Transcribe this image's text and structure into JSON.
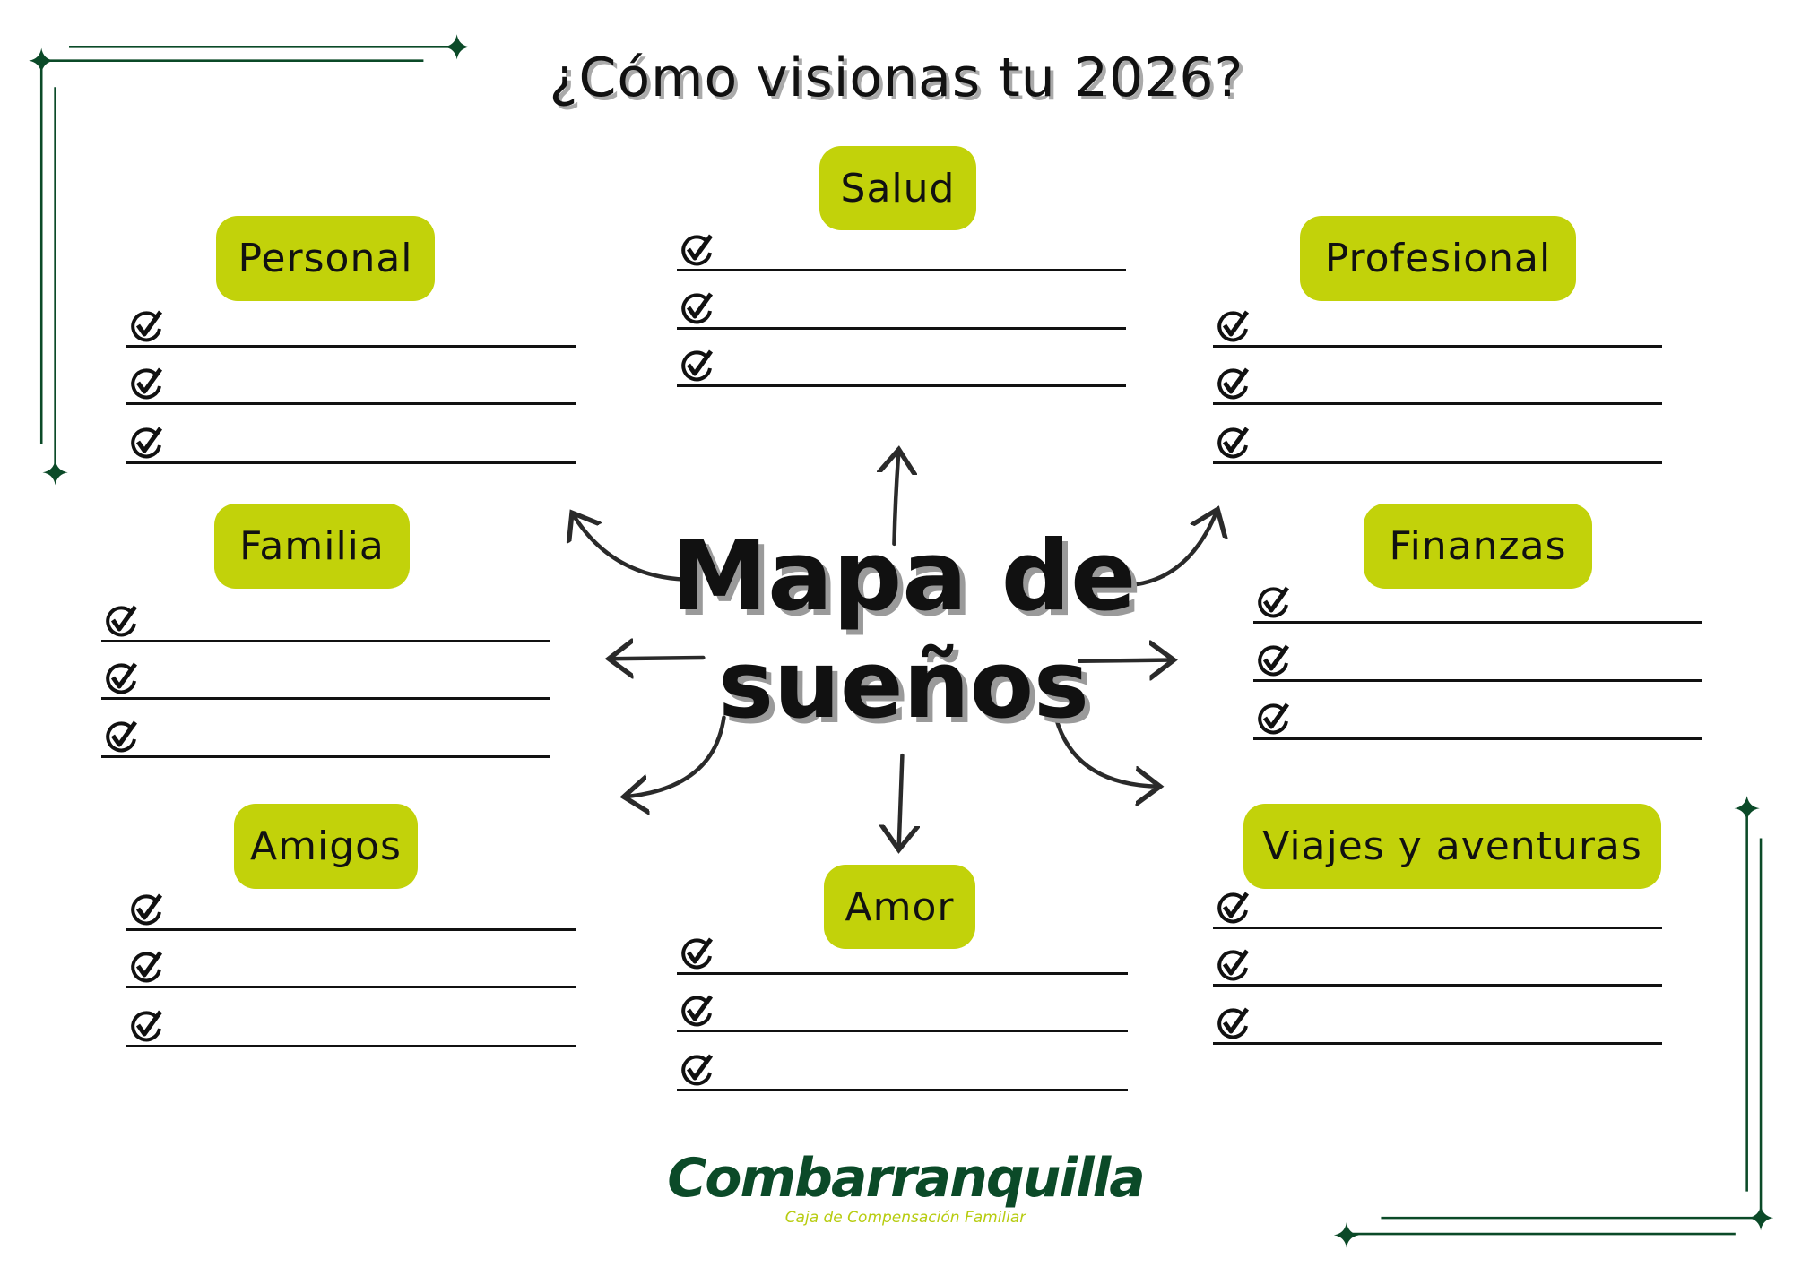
{
  "title": "¿Cómo visionas tu 2026?",
  "center": {
    "line1": "Mapa de",
    "line2": "sueños"
  },
  "colors": {
    "accent": "#c2d20a",
    "brand": "#0b4a28",
    "text": "#111111"
  },
  "sections": [
    {
      "label": "Personal",
      "items": 3
    },
    {
      "label": "Salud",
      "items": 3
    },
    {
      "label": "Profesional",
      "items": 3
    },
    {
      "label": "Familia",
      "items": 3
    },
    {
      "label": "Finanzas",
      "items": 3
    },
    {
      "label": "Amigos",
      "items": 3
    },
    {
      "label": "Amor",
      "items": 3
    },
    {
      "label": "Viajes y aventuras",
      "items": 3
    }
  ],
  "logo": {
    "name": "Combarranquilla",
    "tagline": "Caja de Compensación Familiar"
  }
}
